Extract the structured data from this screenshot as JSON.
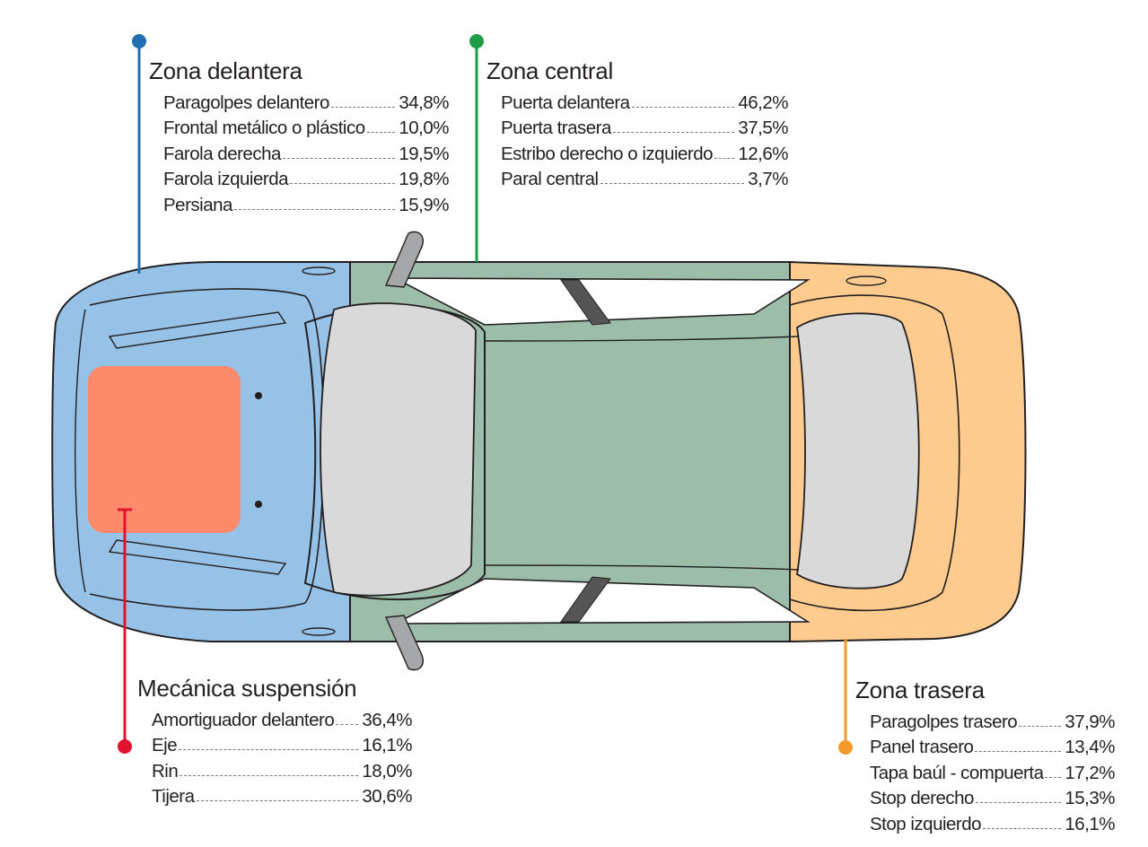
{
  "colors": {
    "front": "#6aa3d9",
    "central": "#1e9b45",
    "rear": "#f39a2c",
    "mechanical": "#e3122e",
    "front_fill": "#97c2e8",
    "central_fill": "#9bbda9",
    "rear_fill": "#fdcb8e",
    "engine_fill": "#fc8a6b"
  },
  "zones": {
    "front": {
      "title": "Zona delantera",
      "items": [
        {
          "name": "Paragolpes delantero",
          "pct": "34,8%"
        },
        {
          "name": "Frontal metálico o plástico",
          "pct": "10,0%"
        },
        {
          "name": "Farola derecha",
          "pct": "19,5%"
        },
        {
          "name": "Farola izquierda",
          "pct": "19,8%"
        },
        {
          "name": "Persiana",
          "pct": "15,9%"
        }
      ]
    },
    "central": {
      "title": "Zona central",
      "items": [
        {
          "name": "Puerta delantera",
          "pct": "46,2%"
        },
        {
          "name": "Puerta trasera",
          "pct": "37,5%"
        },
        {
          "name": "Estribo derecho o izquierdo",
          "pct": "12,6%"
        },
        {
          "name": "Paral central",
          "pct": "3,7%"
        }
      ]
    },
    "mechanical": {
      "title": "Mecánica suspensión",
      "items": [
        {
          "name": "Amortiguador delantero",
          "pct": "36,4%"
        },
        {
          "name": "Eje",
          "pct": "16,1%"
        },
        {
          "name": "Rin",
          "pct": "18,0%"
        },
        {
          "name": "Tijera",
          "pct": "30,6%"
        }
      ]
    },
    "rear": {
      "title": "Zona trasera",
      "items": [
        {
          "name": "Paragolpes trasero",
          "pct": "37,9%"
        },
        {
          "name": "Panel trasero",
          "pct": "13,4%"
        },
        {
          "name": "Tapa baúl - compuerta",
          "pct": "17,2%"
        },
        {
          "name": "Stop derecho",
          "pct": "15,3%"
        },
        {
          "name": "Stop izquierdo",
          "pct": "16,1%"
        }
      ]
    }
  }
}
